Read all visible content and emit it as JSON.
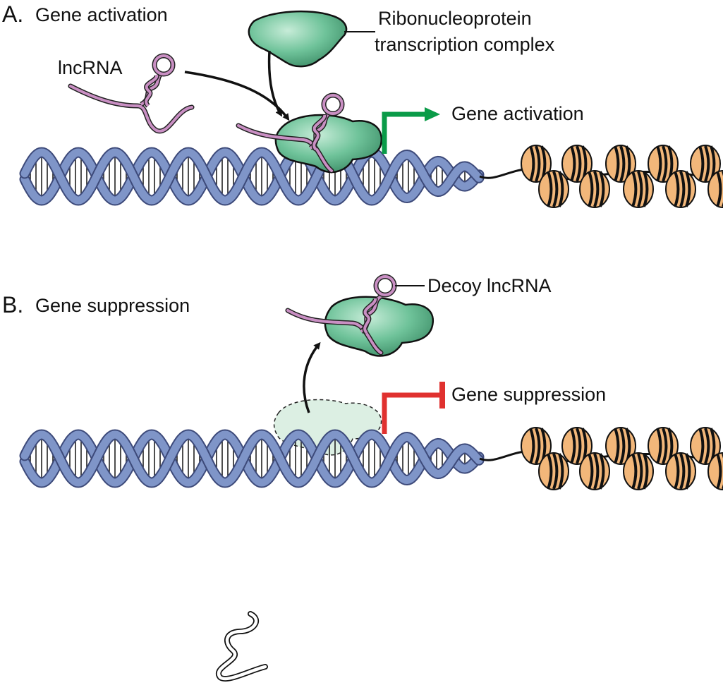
{
  "panels": {
    "a": {
      "letter": "A.",
      "title": "Gene activation"
    },
    "b": {
      "letter": "B.",
      "title": "Gene suppression"
    }
  },
  "labels": {
    "lncrna": "lncRNA",
    "complex_line1": "Ribonucleoprotein",
    "complex_line2": "transcription complex",
    "activation": "Gene activation",
    "decoy": "Decoy lncRNA",
    "suppression": "Gene suppression"
  },
  "colors": {
    "dna_strand": "#7f95c8",
    "dna_dark": "#3d4a7a",
    "complex_fill": "#6fc39a",
    "complex_ghost": "#dcefe3",
    "rna": "#c98fc3",
    "nucleosome": "#f2b77a",
    "activation_arrow": "#0a9b48",
    "suppression_bar": "#e0312f"
  }
}
